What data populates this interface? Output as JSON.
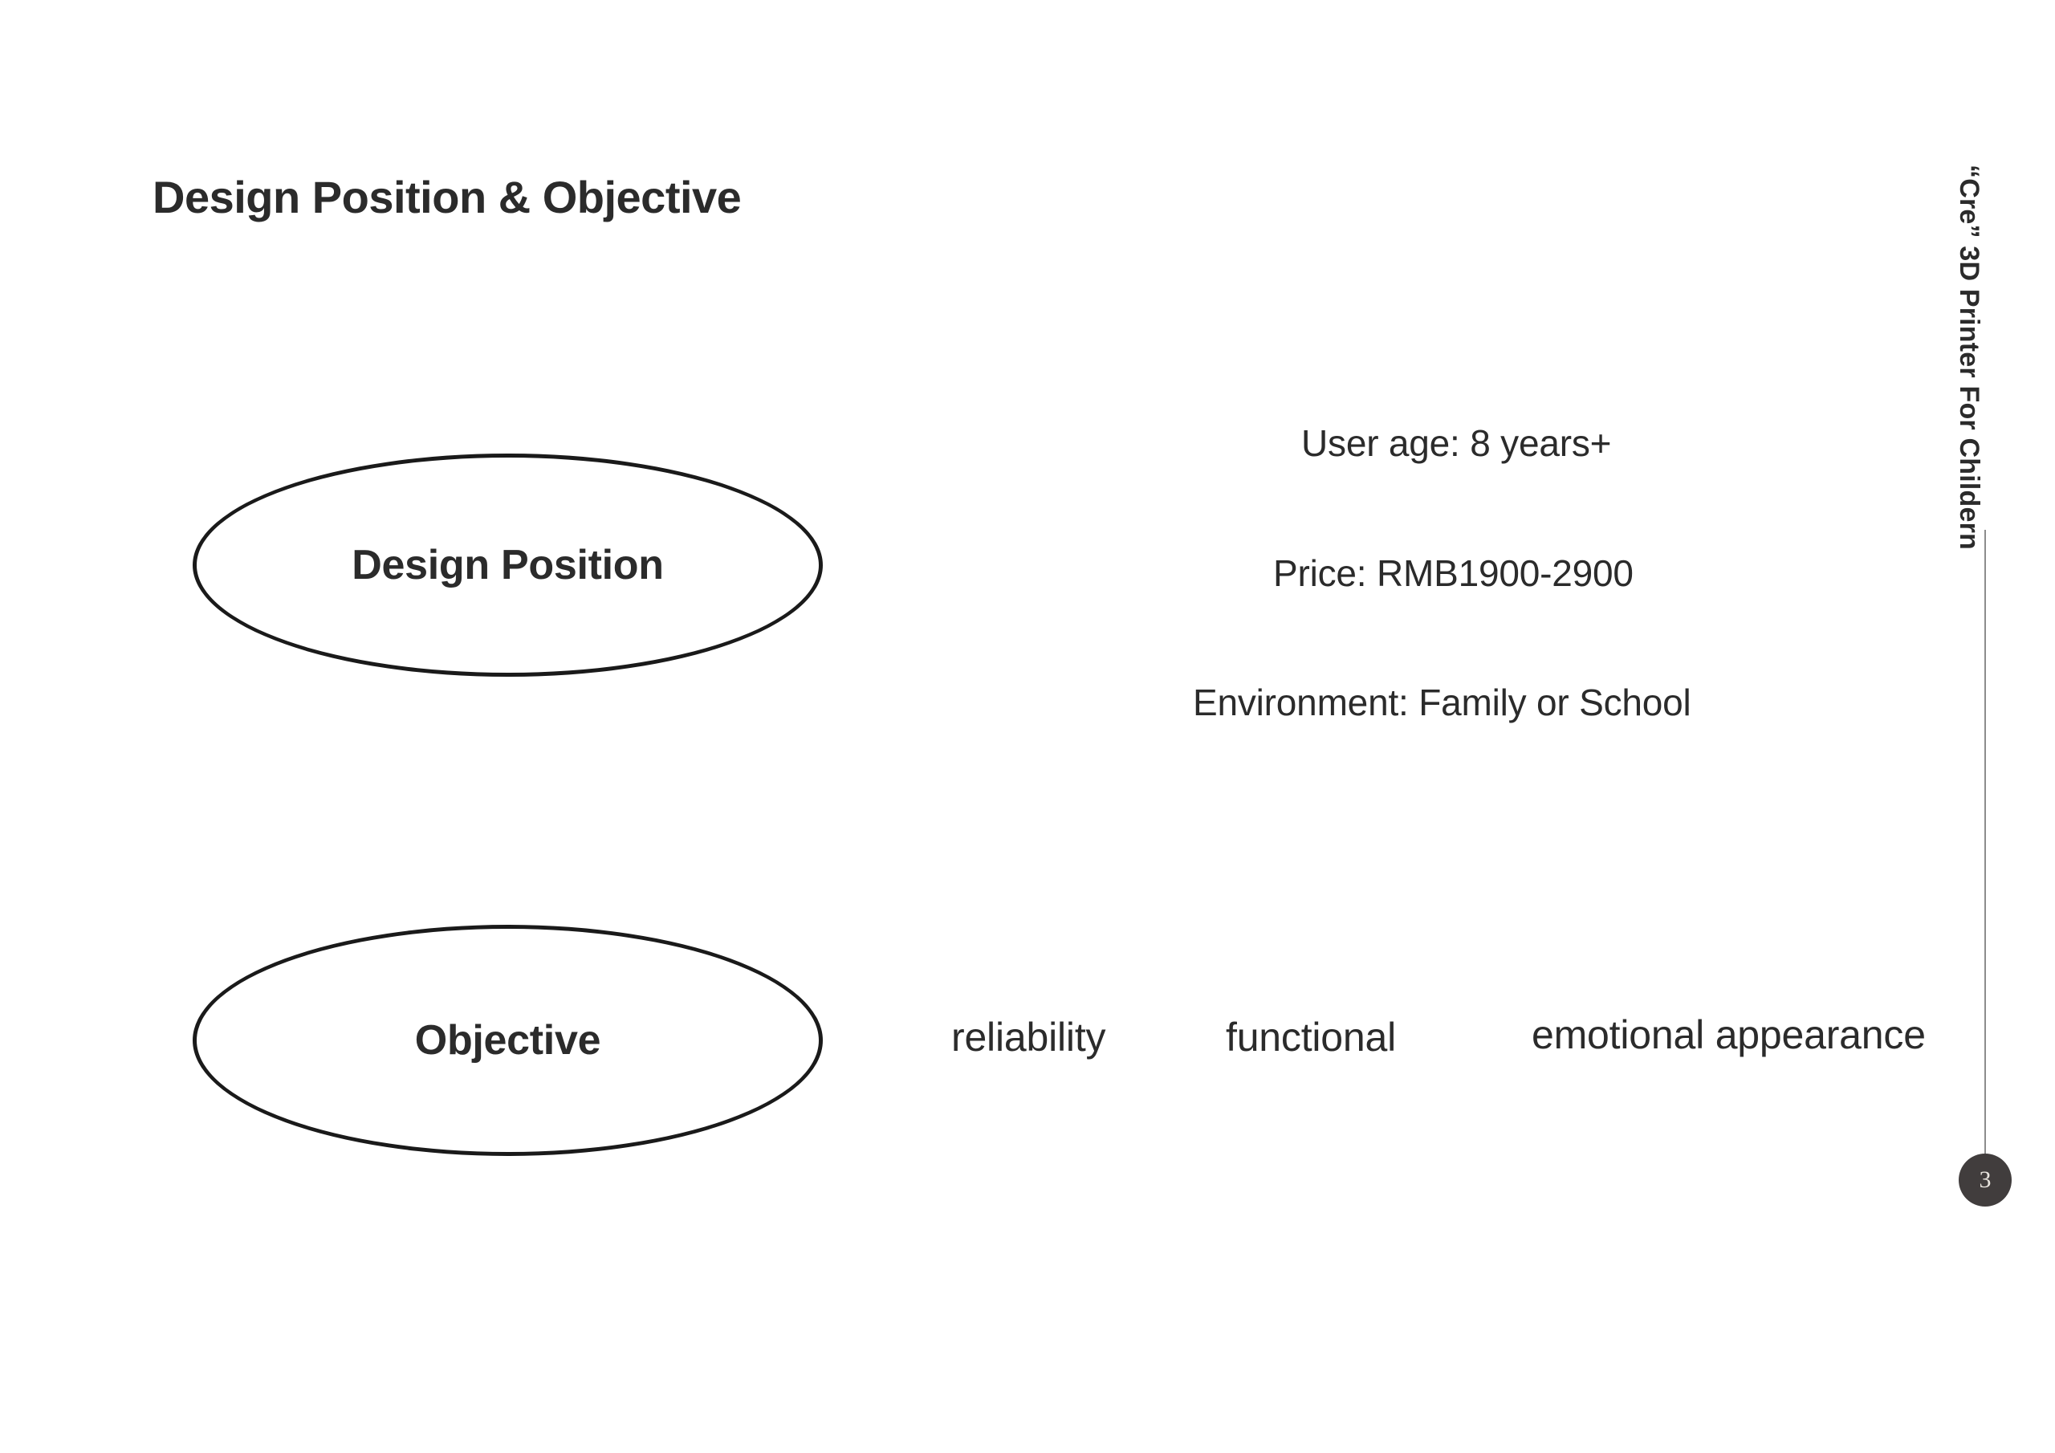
{
  "slide": {
    "title": "Design Position & Objective",
    "page_number": "3",
    "sidebar_title": "“Cre” 3D Printer For Childern",
    "background_color": "#ffffff",
    "text_color": "#2b2b2b",
    "rule_color": "#8c8c8c",
    "badge_color": "#413d3d"
  },
  "nodes": [
    {
      "label": "Design Position"
    },
    {
      "label": "Objective"
    }
  ],
  "design_position": {
    "attributes": [
      "User age: 8 years+",
      "Price: RMB1900-2900",
      "Environment: Family or School"
    ]
  },
  "objective": {
    "keywords": [
      "reliability",
      "functional",
      "emotional appearance"
    ]
  }
}
